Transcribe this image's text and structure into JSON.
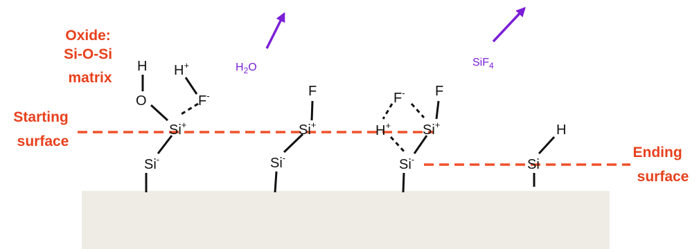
{
  "labels": {
    "oxide": [
      "Oxide:",
      "Si-O-Si",
      "matrix"
    ],
    "starting": [
      "Starting",
      "surface"
    ],
    "ending": [
      "Ending",
      "surface"
    ]
  },
  "products": {
    "water": {
      "base": "H",
      "sub": "2",
      "tail": "O"
    },
    "silicon_fluoride": {
      "base": "SiF",
      "sub": "4"
    }
  },
  "atoms": {
    "si": "Si",
    "o": "O",
    "h": "H",
    "f": "F",
    "plus": "+",
    "minus": "-"
  },
  "colors": {
    "label": "#e8401c",
    "surface_line": "#f0502a",
    "arrow": "#7a1fd6",
    "substrate": "#efece6",
    "ink": "#111111"
  }
}
